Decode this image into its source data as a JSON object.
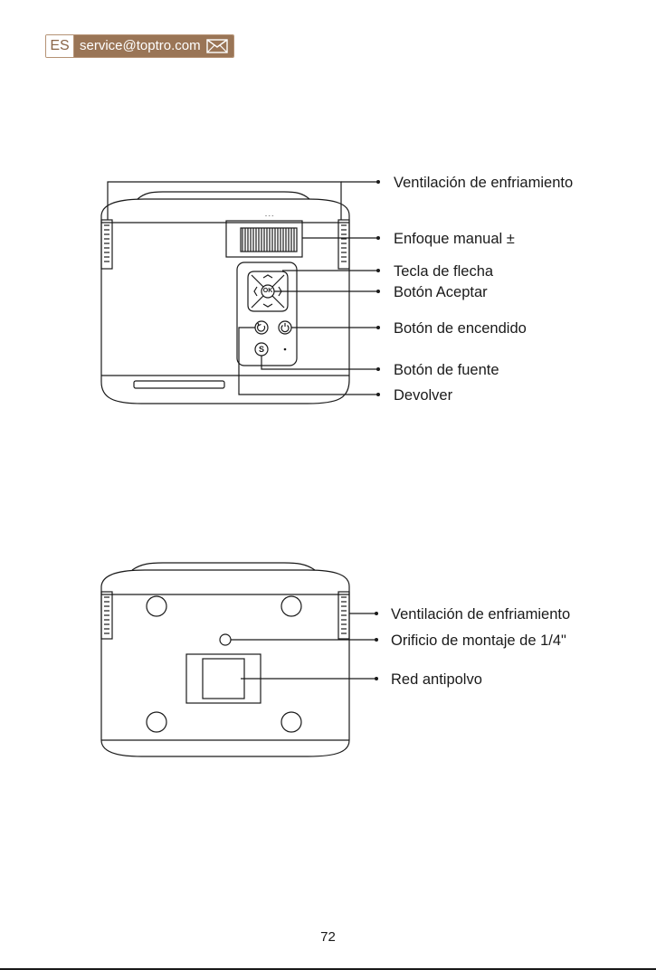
{
  "header": {
    "language": "ES",
    "email": "service@toptro.com",
    "mail_icon": "envelope-icon",
    "brand_color": "#9a7556"
  },
  "figure_top": {
    "labels": [
      "Ventilación de enfriamiento",
      "Enfoque manual ±",
      "Tecla de flecha",
      "Botón Aceptar",
      "Botón de encendido",
      "Botón de fuente",
      "Devolver"
    ],
    "ok_key": "OK",
    "source_key": "S"
  },
  "figure_bottom": {
    "labels": [
      "Ventilación de enfriamiento",
      "Orificio de montaje de 1/4\"",
      "Red antipolvo"
    ]
  },
  "page_number": "72"
}
